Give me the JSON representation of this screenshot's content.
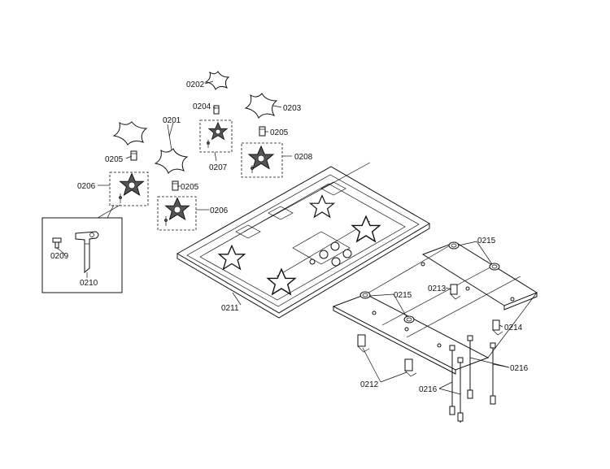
{
  "labels": {
    "p0201": "0201",
    "p0202": "0202",
    "p0203": "0203",
    "p0204": "0204",
    "p0205a": "0205",
    "p0205b": "0205",
    "p0205c": "0205",
    "p0206a": "0206",
    "p0206b": "0206",
    "p0207": "0207",
    "p0208": "0208",
    "p0209": "0209",
    "p0210": "0210",
    "p0211": "0211",
    "p0212": "0212",
    "p0213": "0213",
    "p0214": "0214",
    "p0215a": "0215",
    "p0215b": "0215",
    "p0216a": "0216",
    "p0216b": "0216"
  }
}
